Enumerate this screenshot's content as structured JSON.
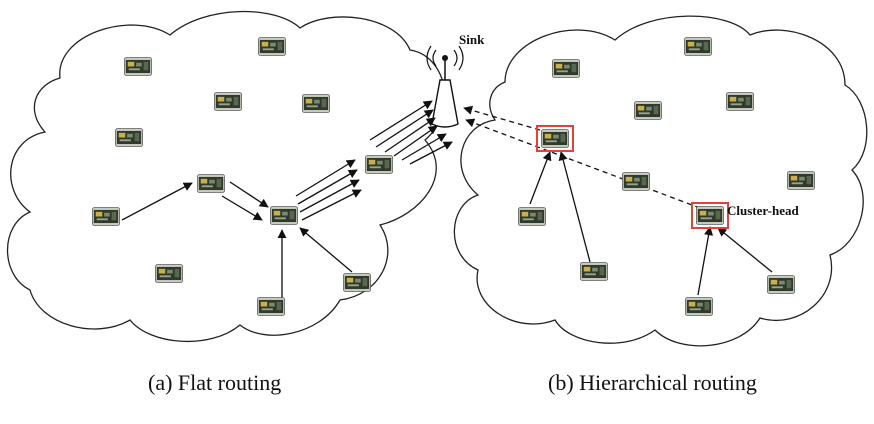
{
  "labels": {
    "sink": "Sink",
    "cluster_head": "Cluster-head"
  },
  "captions": {
    "flat": "(a) Flat routing",
    "hierarchical": "(b) Hierarchical routing"
  },
  "colors": {
    "cluster_head_highlight": "#e0433a",
    "node_board": "#2f3a2a",
    "node_chip": "#c9b04a"
  },
  "icons": {
    "sensor_node": "sensor-node-icon",
    "sink": "antenna-tower-icon"
  }
}
